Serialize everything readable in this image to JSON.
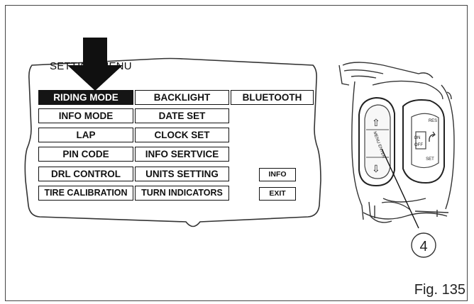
{
  "menu": {
    "title": "SETTING MENU",
    "items": [
      {
        "label": "RIDING MODE",
        "selected": true
      },
      {
        "label": "BACKLIGHT"
      },
      {
        "label": "BLUETOOTH"
      },
      {
        "label": "INFO MODE"
      },
      {
        "label": "DATE SET"
      },
      {
        "label": "LAP"
      },
      {
        "label": "CLOCK SET"
      },
      {
        "label": "PIN CODE"
      },
      {
        "label": "INFO SERTVICE"
      },
      {
        "label": "DRL CONTROL"
      },
      {
        "label": "UNITS SETTING"
      },
      {
        "label": "TIRE CALIBRATION"
      },
      {
        "label": "TURN INDICATORS"
      }
    ],
    "info_button": "INFO",
    "exit_button": "EXIT"
  },
  "switch": {
    "left_button": "MENU ENTER",
    "up_symbol": "⇧",
    "down_symbol": "⇩",
    "right_top": "RES",
    "right_middle_left": "ON",
    "right_middle_right": "OFF",
    "right_bottom": "SET",
    "callout": "4"
  },
  "figure_label": "Fig. 135"
}
